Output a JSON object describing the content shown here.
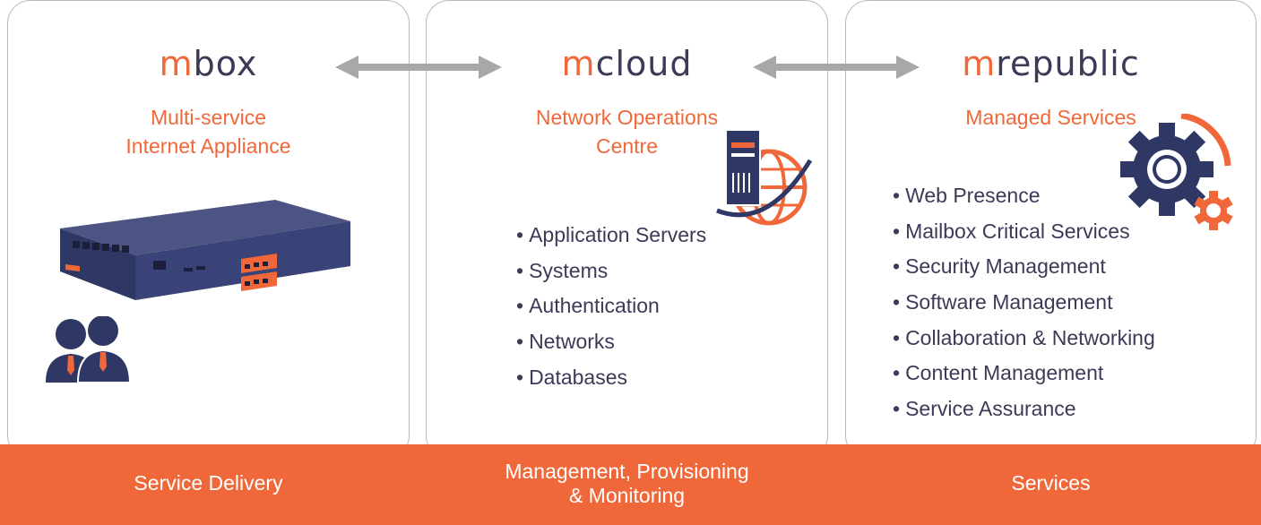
{
  "panels": [
    {
      "brand_prefix": "m",
      "brand_suffix": "box",
      "subtitle": "Multi-service\nInternet Appliance",
      "items": []
    },
    {
      "brand_prefix": "m",
      "brand_suffix": "cloud",
      "subtitle": "Network Operations\nCentre",
      "items": [
        "Application Servers",
        "Systems",
        "Authentication",
        "Networks",
        "Databases"
      ]
    },
    {
      "brand_prefix": "m",
      "brand_suffix": "republic",
      "subtitle": "Managed Services",
      "items": [
        "Web Presence",
        "Mailbox Critical Services",
        "Security Management",
        "Software Management",
        "Collaboration & Networking",
        "Content Management",
        "Service Assurance"
      ]
    }
  ],
  "bar": {
    "labels": [
      "Service Delivery",
      "Management, Provisioning\n& Monitoring",
      "Services"
    ]
  },
  "colors": {
    "accent": "#f0683a",
    "text": "#3b3a57",
    "arrow": "#a8a8a8"
  },
  "icons": [
    "bidirectional-arrow-icon",
    "network-appliance-image",
    "users-icon",
    "server-globe-icon",
    "gear-icon"
  ]
}
